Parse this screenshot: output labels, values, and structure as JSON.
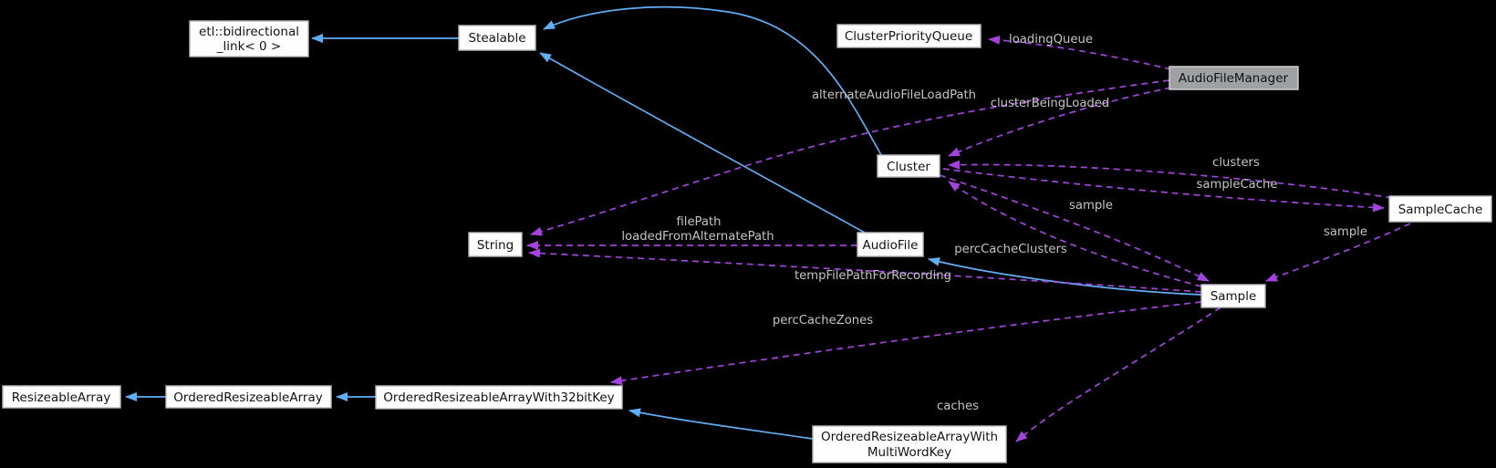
{
  "colors": {
    "background": "#000000",
    "inheritance_edge": "#60aef6",
    "usage_edge": "#a443dd",
    "edge_label": "#c4c4c4",
    "node_fill": "#fefefe",
    "node_border": "#b8babd",
    "node_text": "#121212",
    "highlighted_node_fill": "#9fa0a2",
    "highlighted_node_border": "#d5d6d8"
  },
  "nodes": {
    "etl_bidirectional_link": {
      "lines": [
        "etl::bidirectional",
        "_link< 0 >"
      ]
    },
    "stealable": {
      "label": "Stealable"
    },
    "cluster_priority_queue": {
      "label": "ClusterPriorityQueue"
    },
    "audio_file_manager": {
      "label": "AudioFileManager"
    },
    "cluster": {
      "label": "Cluster"
    },
    "string": {
      "label": "String"
    },
    "audio_file": {
      "label": "AudioFile"
    },
    "sample_cache": {
      "label": "SampleCache"
    },
    "sample": {
      "label": "Sample"
    },
    "resizeable_array": {
      "label": "ResizeableArray"
    },
    "ordered_resizeable_array": {
      "label": "OrderedResizeableArray"
    },
    "ordered_resizeable_array_with_32bit_key": {
      "label": "OrderedResizeableArrayWith32bitKey"
    },
    "ordered_resizeable_array_with_multi_word_key": {
      "lines": [
        "OrderedResizeableArrayWith",
        "MultiWordKey"
      ]
    }
  },
  "edge_labels": {
    "loading_queue": "loadingQueue",
    "cluster_being_loaded": "clusterBeingLoaded",
    "alternate_audio_file_load_path": "alternateAudioFileLoadPath",
    "clusters": "clusters",
    "sample_cache": "sampleCache",
    "sample_from_cluster": "sample",
    "sample_from_sample_cache": "sample",
    "perc_cache_clusters": "percCacheClusters",
    "file_path": "filePath",
    "loaded_from_alternate_path": "loadedFromAlternatePath",
    "temp_file_path_for_recording": "tempFilePathForRecording",
    "perc_cache_zones": "percCacheZones",
    "caches": "caches"
  }
}
